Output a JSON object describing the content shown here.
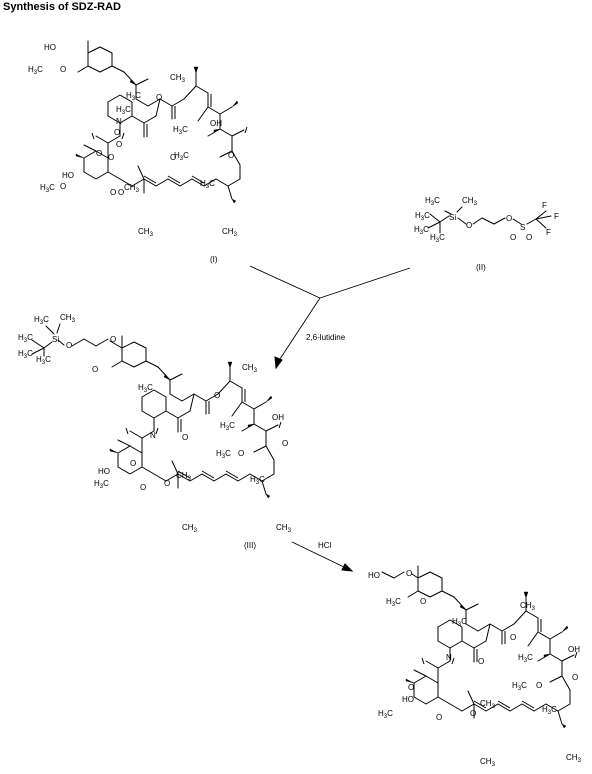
{
  "title": "Synthesis of SDZ-RAD",
  "compounds": {
    "I": "(I)",
    "II": "(II)",
    "III": "(III)"
  },
  "reagents": {
    "step1": "2,6-lutidine",
    "step2": "HCl"
  },
  "atoms": {
    "ho": "HO",
    "oh": "OH",
    "o": "O",
    "n": "N",
    "si": "Si",
    "s": "S",
    "f": "F",
    "methyl": "CH",
    "h3c": "H",
    "c": "C",
    "sub3": "3"
  }
}
